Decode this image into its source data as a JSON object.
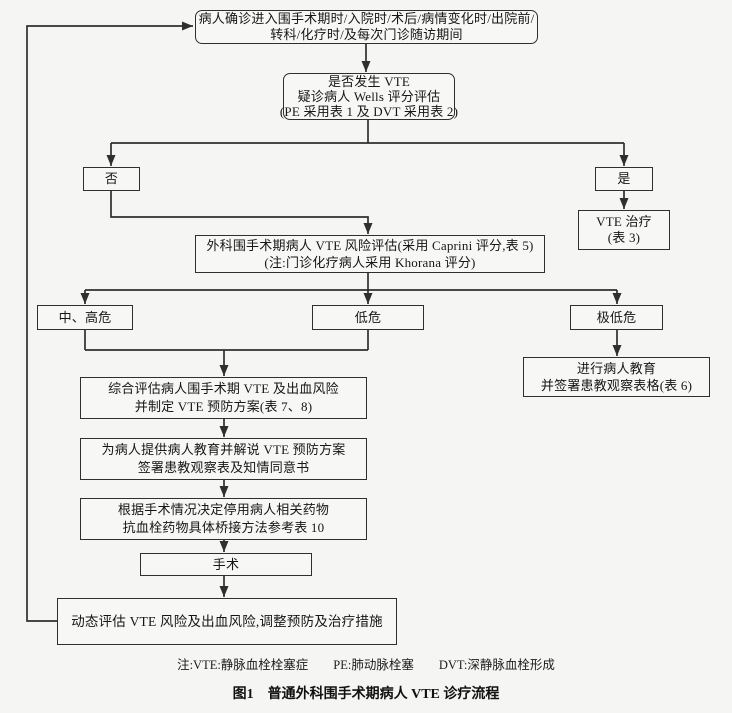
{
  "flowchart": {
    "title_caption": "图1　普通外科围手术期病人 VTE 诊疗流程",
    "footnote": "注:VTE:静脉血栓栓塞症　　PE:肺动脉栓塞　　DVT:深静脉血栓形成",
    "colors": {
      "line": "#2f2f2f",
      "text": "#161616",
      "background": "#f5f5f3"
    },
    "nodes": {
      "entry": {
        "line1": "病人确诊进入围手术期时/入院时/术后/病情变化时/出院前/",
        "line2": "转科/化疗时/及每次门诊随访期间"
      },
      "wells": {
        "line1": "是否发生 VTE",
        "line2": "疑诊病人 Wells 评分评估",
        "line3": "(PE 采用表 1 及 DVT 采用表 2)"
      },
      "no_branch": {
        "label": "否"
      },
      "yes_branch": {
        "label": "是"
      },
      "vte_treatment": {
        "line1": "VTE 治疗",
        "line2": "(表 3)"
      },
      "risk_assessment": {
        "line1": "外科围手术期病人 VTE 风险评估(采用 Caprini 评分,表 5)",
        "line2": "(注:门诊化疗病人采用 Khorana 评分)"
      },
      "mid_high_risk": {
        "label": "中、高危"
      },
      "low_risk": {
        "label": "低危"
      },
      "very_low_risk": {
        "label": "极低危"
      },
      "patient_education": {
        "line1": "进行病人教育",
        "line2": "并签署患教观察表格(表 6)"
      },
      "comprehensive_assessment": {
        "line1": "综合评估病人围手术期 VTE 及出血风险",
        "line2": "并制定 VTE 预防方案(表 7、8)"
      },
      "education_consent": {
        "line1": "为病人提供病人教育并解说 VTE 预防方案",
        "line2": "签署患教观察表及知情同意书"
      },
      "stop_drugs": {
        "line1": "根据手术情况决定停用病人相关药物",
        "line2": "抗血栓药物具体桥接方法参考表 10"
      },
      "surgery": {
        "label": "手术"
      },
      "dynamic_assessment": {
        "label": "动态评估 VTE 风险及出血风险,调整预防及治疗措施"
      }
    }
  }
}
